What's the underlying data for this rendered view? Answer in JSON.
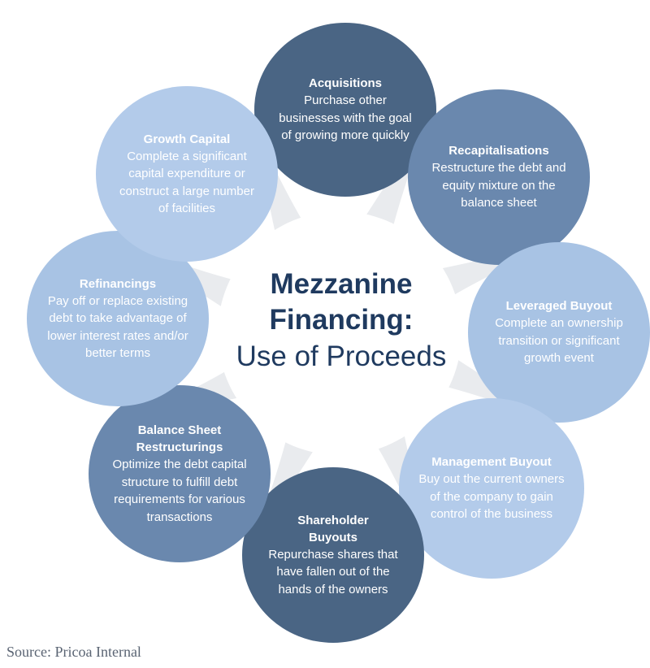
{
  "center": {
    "line1": "Mezzanine",
    "line2": "Financing:",
    "line3": "Use of Proceeds"
  },
  "colors": {
    "title": "#1f3a5f",
    "petal": "#e9ebee",
    "circle_dark": "#4a6584",
    "circle_medium": "#6a88ae",
    "circle_light": "#a8c3e4",
    "circle_pale": "#b3cbea"
  },
  "items": [
    {
      "title": "Acquisitions",
      "description": "Purchase other businesses with the goal of growing more quickly",
      "color": "#4a6584"
    },
    {
      "title": "Recapitalisations",
      "description": "Restructure the debt and equity mixture on the balance sheet",
      "color": "#6a88ae"
    },
    {
      "title": "Leveraged Buyout",
      "description": "Complete an ownership transition or significant growth event",
      "color": "#a8c3e4"
    },
    {
      "title": "Management Buyout",
      "description": "Buy out the current owners of the company to gain control of the business",
      "color": "#b3cbea"
    },
    {
      "title": "Shareholder Buyouts",
      "description": "Repurchase shares that have fallen out of the hands of the owners",
      "color": "#4a6584"
    },
    {
      "title": "Balance Sheet Restructurings",
      "description": "Optimize the debt capital structure to fulfill debt requirements for various transactions",
      "color": "#6a88ae"
    },
    {
      "title": "Refinancings",
      "description": "Pay off or replace existing debt to take advantage of lower interest rates and/or better terms",
      "color": "#a8c3e4"
    },
    {
      "title": "Growth Capital",
      "description": "Complete a significant capital expenditure or construct a large number of facilities",
      "color": "#b3cbea"
    }
  ],
  "source": "Source: Pricoa Internal"
}
